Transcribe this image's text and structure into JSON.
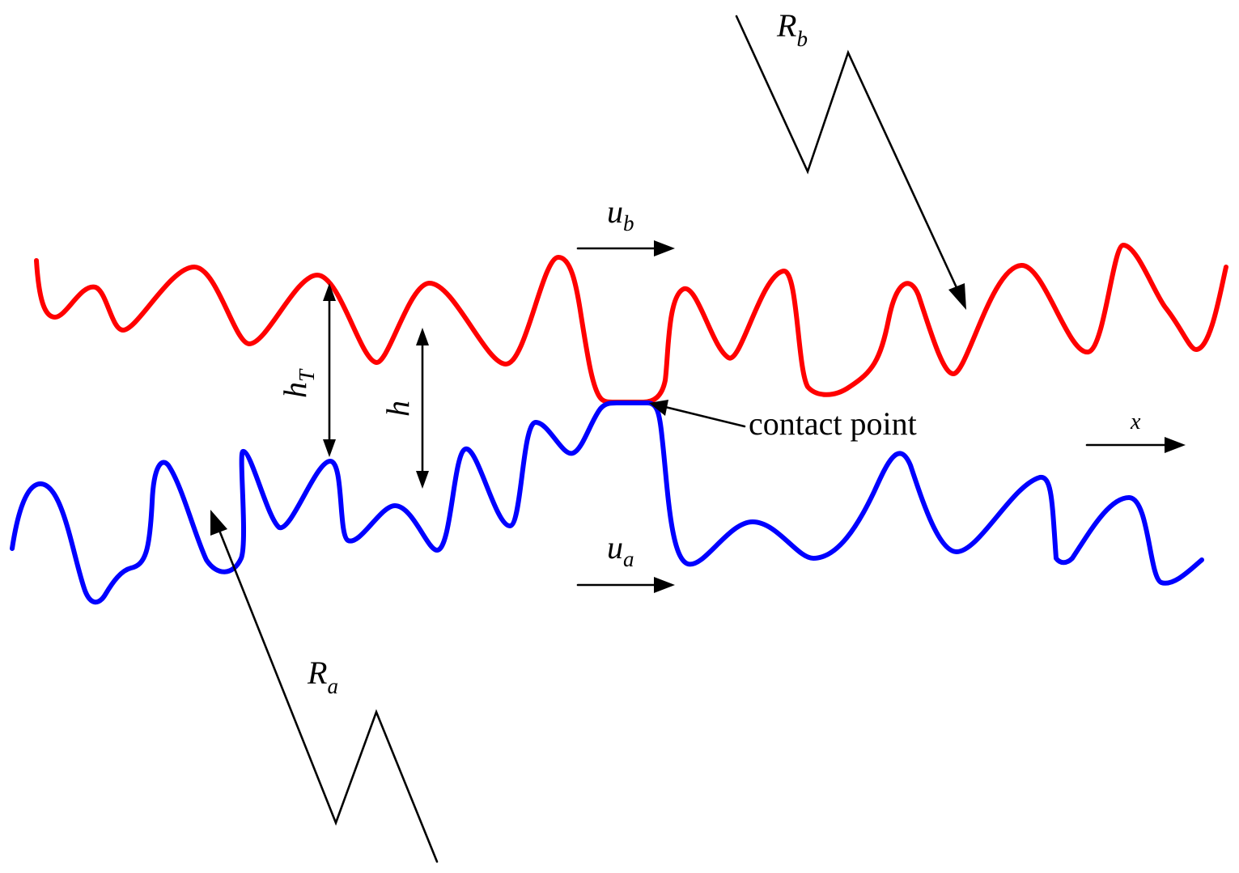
{
  "labels": {
    "rb_main": "R",
    "rb_sub": "b",
    "ra_main": "R",
    "ra_sub": "a",
    "ub_main": "u",
    "ub_sub": "b",
    "ua_main": "u",
    "ua_sub": "a",
    "ht_main": "h",
    "ht_sub": "T",
    "h": "h",
    "contact_point": "contact point",
    "x_axis": "x"
  },
  "colors": {
    "upper_surface": "#ff0000",
    "lower_surface": "#0000ff",
    "annotation": "#000000",
    "background": "#ffffff"
  }
}
